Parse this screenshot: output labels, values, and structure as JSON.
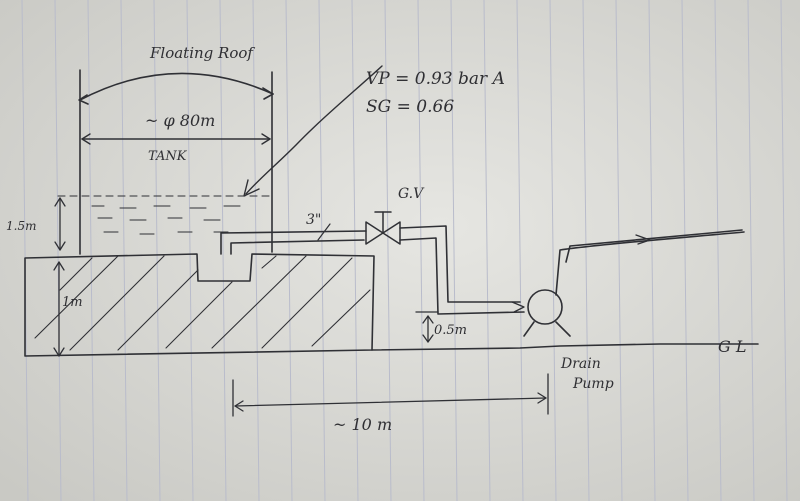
{
  "labels": {
    "roof": "Floating Roof",
    "diameter": "~ φ 80m",
    "tank": "TANK",
    "vp": "VP = 0.93 bar A",
    "sg": "SG = 0.66",
    "valve": "G.V",
    "pipe_size": "3\"",
    "liquid_height": "1.5m",
    "base_height": "1m",
    "pump_elevation": "0.5m",
    "pump_line1": "Drain",
    "pump_line2": "Pump",
    "ground": "G L",
    "distance": "~ 10 m"
  },
  "colors": {
    "paper": "#dcdcd8",
    "grid_line": "#b9bccb",
    "ink": "#2f3035"
  }
}
